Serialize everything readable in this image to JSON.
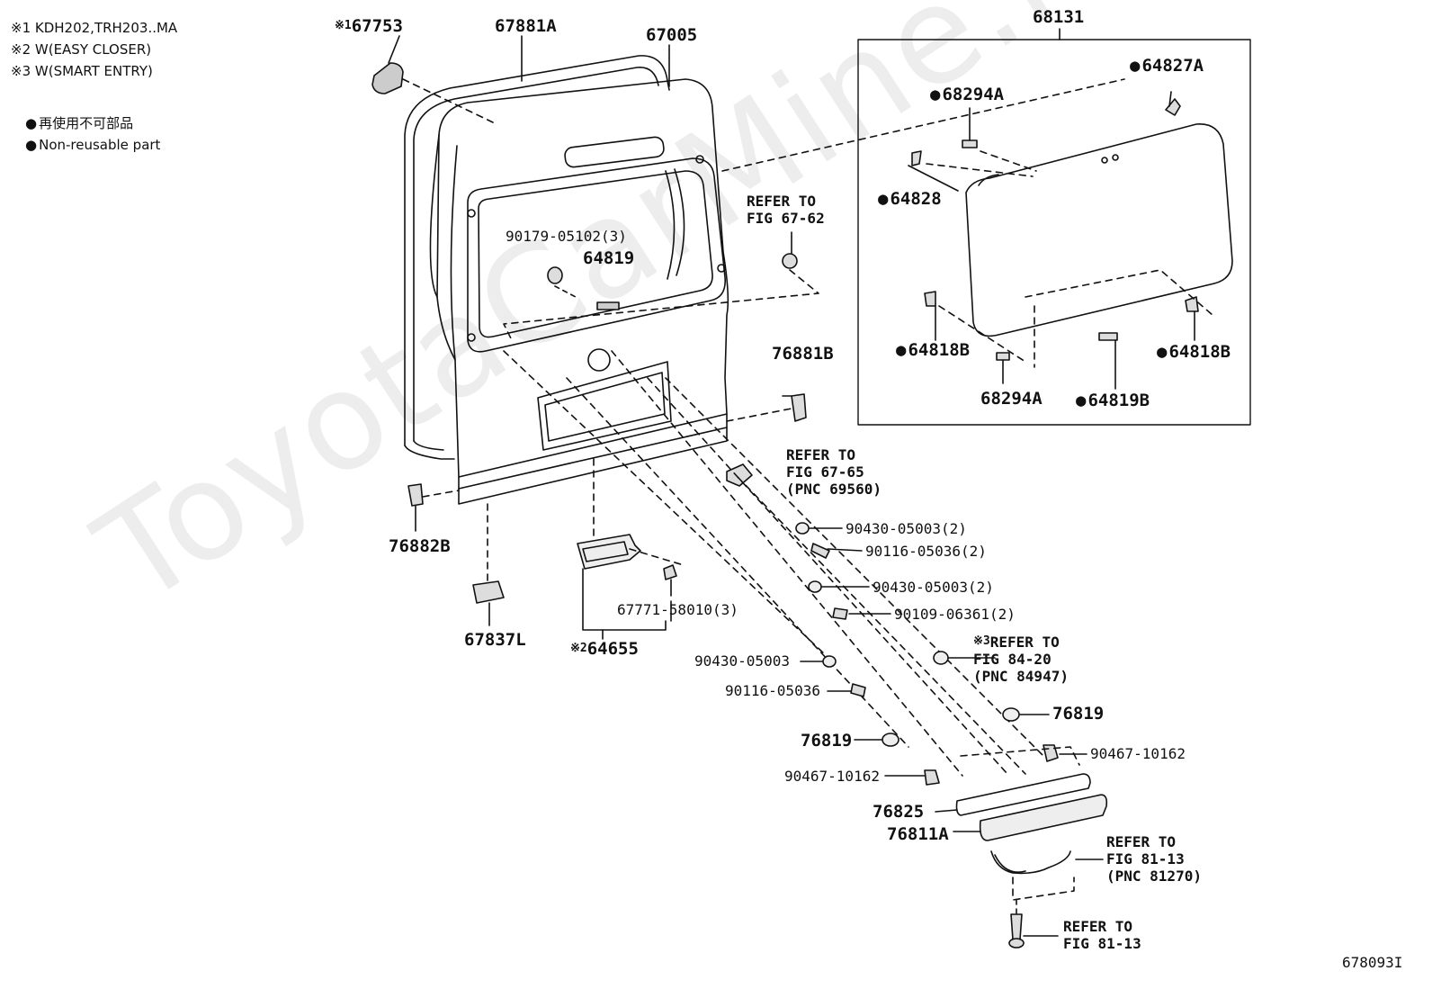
{
  "watermark": "ToyotaCarMine.ru",
  "notes": {
    "n1": "※1 KDH202,TRH203..MA",
    "n2": "※2 W(EASY CLOSER)",
    "n3": "※3 W(SMART ENTRY)",
    "legend_jp": "再使用不可部品",
    "legend_en": "Non-reusable part"
  },
  "labels": {
    "p67753_mark": "※1",
    "p67753": "67753",
    "p67881A": "67881A",
    "p67005": "67005",
    "p68131": "68131",
    "p64827A": "64827A",
    "p68294A_top": "68294A",
    "p64828": "64828",
    "p64818B_left": "64818B",
    "p64818B_right": "64818B",
    "p68294A_bottom": "68294A",
    "p64819B": "64819B",
    "p90179": "90179-05102(3)",
    "p64819": "64819",
    "ref_67_62": "REFER TO\nFIG 67-62",
    "p76881B": "76881B",
    "ref_67_65": "REFER TO\nFIG 67-65\n(PNC 69560)",
    "p76882B": "76882B",
    "p90430_a": "90430-05003(2)",
    "p90116_a": "90116-05036(2)",
    "p90430_b": "90430-05003(2)",
    "p90109": "90109-06361(2)",
    "p67837L": "67837L",
    "p67771": "67771-58010(3)",
    "p64655_mark": "※2",
    "p64655": "64655",
    "ref_84_20_mark": "※3",
    "ref_84_20": "REFER TO\nFIG 84-20\n(PNC 84947)",
    "p90430_c": "90430-05003",
    "p90116_b": "90116-05036",
    "p76819_right": "76819",
    "p76819_left": "76819",
    "p90467_right": "90467-10162",
    "p90467_left": "90467-10162",
    "p76825": "76825",
    "p76811A": "76811A",
    "ref_81_13_a": "REFER TO\nFIG 81-13\n(PNC 81270)",
    "ref_81_13_b": "REFER TO\nFIG 81-13",
    "figure_id": "678093I"
  }
}
